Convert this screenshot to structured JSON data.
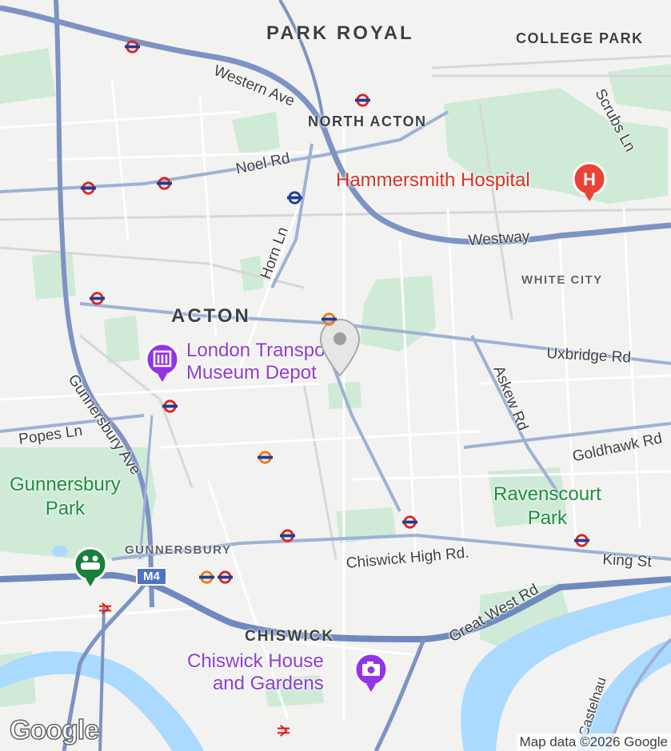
{
  "map": {
    "areas": {
      "park_royal": "PARK ROYAL",
      "college_park": "COLLEGE PARK",
      "north_acton": "NORTH ACTON",
      "white_city": "WHITE CITY",
      "acton": "ACTON",
      "gunnersbury": "GUNNERSBURY",
      "chiswick": "CHISWICK"
    },
    "roads": {
      "western_ave": "Western Ave",
      "scrubs_ln": "Scrubs Ln",
      "noel_rd": "Noel Rd",
      "horn_ln": "Horn Ln",
      "westway": "Westway",
      "uxbridge_rd": "Uxbridge Rd",
      "askew_rd": "Askew Rd",
      "goldhawk_rd": "Goldhawk Rd",
      "popes_ln": "Popes Ln",
      "gunnersbury_ave": "Gunnersbury Ave",
      "chiswick_high_rd": "Chiswick High Rd.",
      "king_st": "King St",
      "great_west_rd": "Great West Rd",
      "castelnau": "Castelnau",
      "m4": "M4"
    },
    "pois": {
      "hammersmith_hospital": "Hammersmith Hospital",
      "london_transport_line1": "London Transport",
      "london_transport_line2": "Museum Depot",
      "chiswick_house_line1": "Chiswick House",
      "chiswick_house_line2": "and Gardens"
    },
    "parks": {
      "gunnersbury_park_line1": "Gunnersbury",
      "gunnersbury_park_line2": "Park",
      "ravenscourt_line1": "Ravenscourt",
      "ravenscourt_line2": "Park"
    },
    "icons": {
      "hospital": "hospital-icon",
      "museum": "museum-icon",
      "camera": "camera-icon",
      "pin": "location-pin-icon",
      "tube": "underground-station-icon",
      "rail": "national-rail-icon",
      "gunnersbury_pin": "park-activity-icon"
    },
    "colors": {
      "water": "#aadaff",
      "park": "#c8ebd1",
      "major_road": "#7c95c3",
      "motorway": "#6f89bf",
      "poi_purple": "#8e3ed1",
      "hospital_red": "#d93025",
      "park_green": "#1e8e3e"
    }
  },
  "attribution": {
    "google": "Google",
    "map_data": "Map data ©2026 Google"
  }
}
